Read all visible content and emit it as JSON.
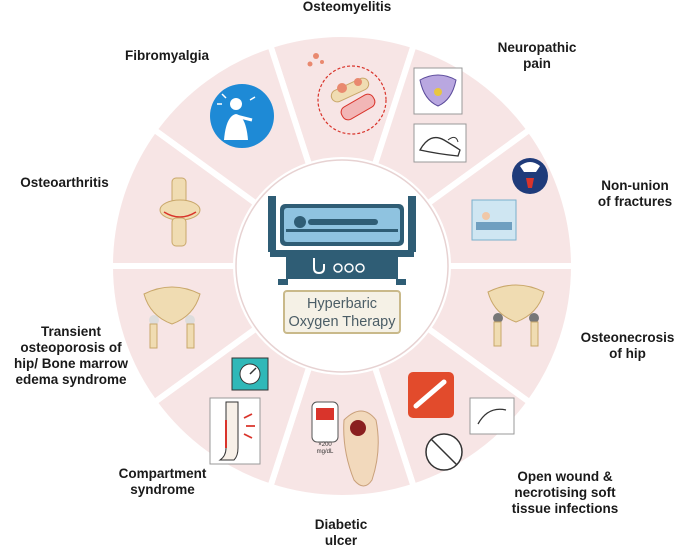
{
  "diagram": {
    "center": {
      "title": "Hyperbaric\nOxygen Therapy",
      "icon": "hyperbaric-chamber-icon"
    },
    "segments": [
      {
        "key": "osteomyelitis",
        "label": "Osteomyelitis",
        "icon": "infected-bone-icon"
      },
      {
        "key": "neuropathic-pain",
        "label": "Neuropathic\npain",
        "icon": "pelvis-nerve-icon"
      },
      {
        "key": "non-union-of-fractures",
        "label": "Non-union\nof fractures",
        "icon": "fractured-bone-icon"
      },
      {
        "key": "osteonecrosis-of-hip",
        "label": "Osteonecrosis\nof hip",
        "icon": "hip-bone-icon"
      },
      {
        "key": "open-wound",
        "label": "Open wound &\nnecrotising soft\ntissue infections",
        "icon": "wound-icon"
      },
      {
        "key": "diabetic-ulcer",
        "label": "Diabetic\nulcer",
        "icon": "foot-ulcer-icon"
      },
      {
        "key": "compartment-syndrome",
        "label": "Compartment\nsyndrome",
        "icon": "leg-pressure-icon"
      },
      {
        "key": "transient-osteoporosis",
        "label": "Transient\nosteoporosis of\nhip/ Bone marrow\nedema syndrome",
        "icon": "pelvis-icon"
      },
      {
        "key": "osteoarthritis",
        "label": "Osteoarthritis",
        "icon": "knee-joint-icon"
      },
      {
        "key": "fibromyalgia",
        "label": "Fibromyalgia",
        "icon": "body-pain-icon"
      }
    ],
    "glucometer_reading": "×200\nmg/dL",
    "colors": {
      "ring": "#f7e5e5",
      "divider": "#ffffff",
      "inner_disc": "#ffffff",
      "chamber": "#2f5d75",
      "chamber_glass": "#8fc3e0",
      "label_border": "#c9b98a",
      "label_bg": "#f5f1e6",
      "label_text": "#4b5d66",
      "bone": "#f0dcb2",
      "accent_blue": "#1e8ad6",
      "accent_red": "#d9342b",
      "accent_teal": "#2fb8b8"
    }
  }
}
